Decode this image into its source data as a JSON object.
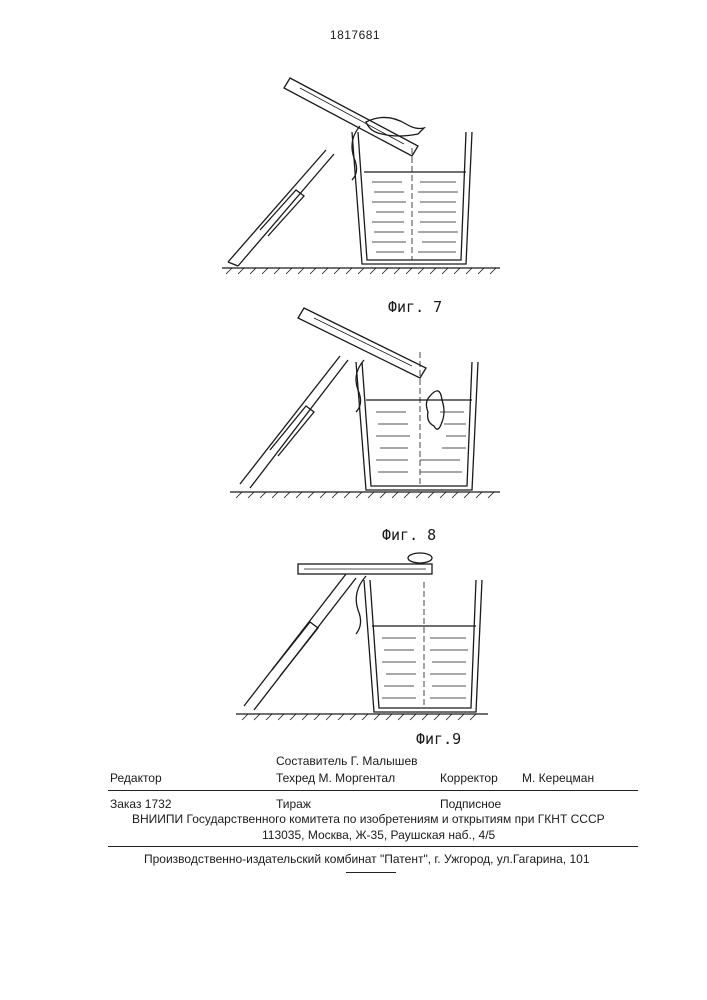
{
  "header": {
    "patent_number": "1817681"
  },
  "figures": [
    {
      "label": "Фиг. 7"
    },
    {
      "label": "Фиг. 8"
    },
    {
      "label": "Фиг.9"
    }
  ],
  "imprint": {
    "compiler": "Составитель  Г. Малышев",
    "editor": "Редактор",
    "techred": "Техред   М. Моргентал",
    "corrector": "Корректор",
    "corrector_name": "М. Керецман",
    "order": "Заказ  1732",
    "circulation": "Тираж",
    "subscription": "Подписное",
    "institute": "ВНИИПИ Государственного комитета по изобретениям и открытиям при ГКНТ СССР",
    "address": "113035, Москва, Ж-35, Раушская наб., 4/5",
    "publisher": "Производственно-издательский комбинат \"Патент\", г. Ужгород, ул.Гагарина, 101"
  }
}
